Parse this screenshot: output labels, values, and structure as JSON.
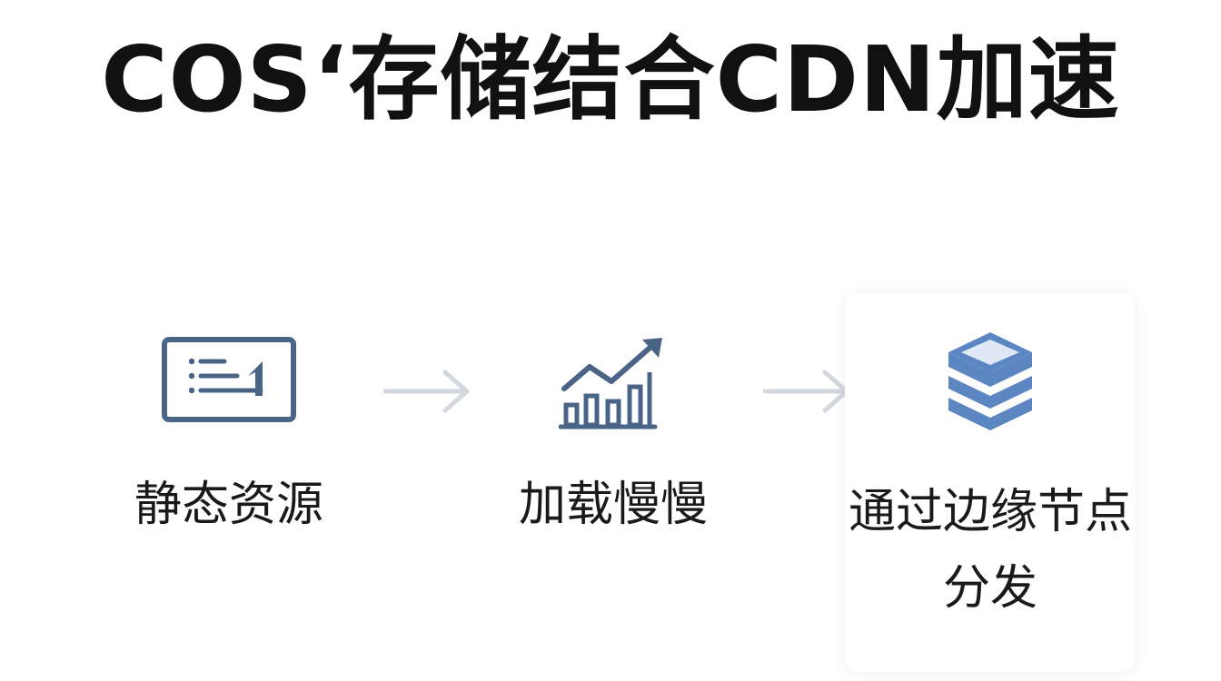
{
  "title": "COS‘存储结合CDN加速",
  "steps": [
    {
      "label": "静态资源",
      "icon": "list-document-icon"
    },
    {
      "label": "加载慢慢",
      "icon": "bar-chart-trend-icon"
    },
    {
      "label": "通过边缘节点分发",
      "icon": "layered-stack-icon"
    }
  ],
  "colors": {
    "icon_stroke": "#4a6488",
    "stack_fill": "#5b86c2",
    "arrow": "#d3d8df",
    "title": "#111111"
  }
}
